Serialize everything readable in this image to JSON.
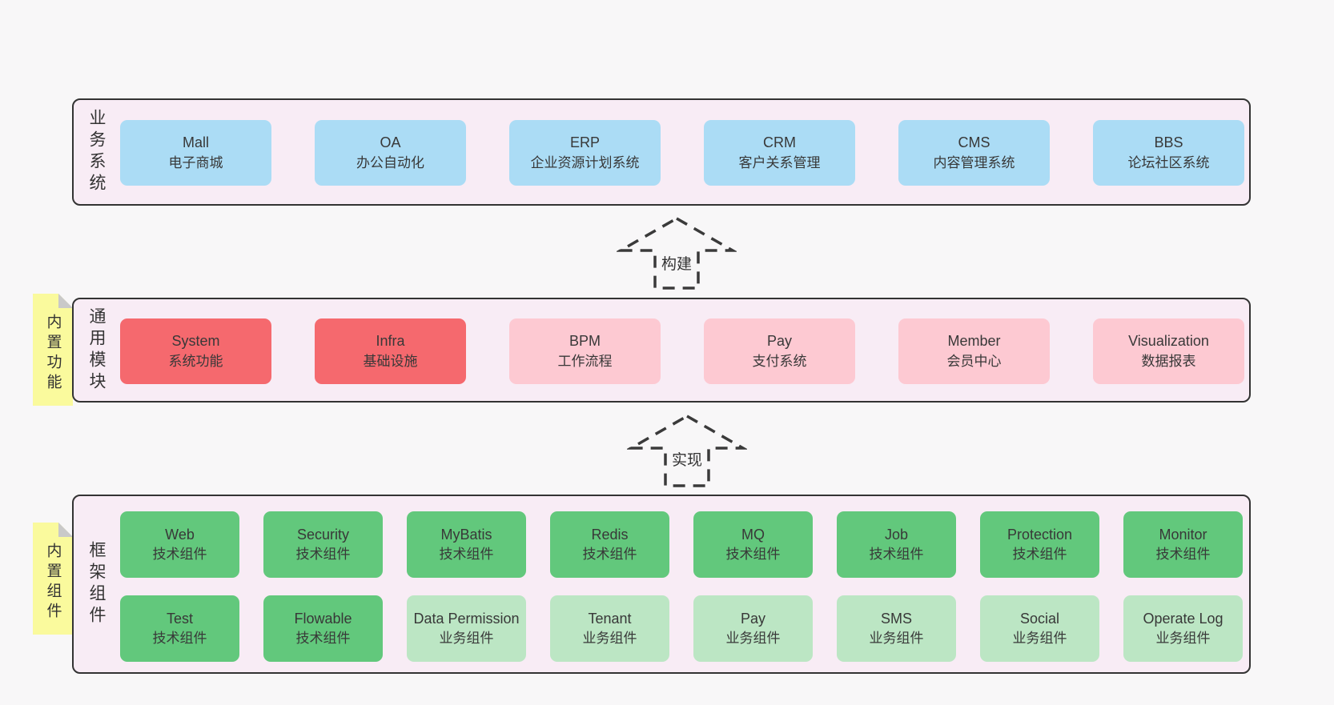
{
  "colors": {
    "bg": "#f8f7f8",
    "layer": "#f8ecf5",
    "border": "#333333",
    "blue": "#abdcf5",
    "red": "#f5696e",
    "pink": "#fdc9d2",
    "green": "#62c87c",
    "green-light": "#bce6c4",
    "note": "#fafa9d",
    "note-fold": "#c9c9c9",
    "text": "#333333"
  },
  "arrows": [
    {
      "label": "构建"
    },
    {
      "label": "实现"
    }
  ],
  "layers": [
    {
      "label": "业务系统",
      "boxes": [
        {
          "title": "Mall",
          "subtitle": "电子商城",
          "type": "blue"
        },
        {
          "title": "OA",
          "subtitle": "办公自动化",
          "type": "blue"
        },
        {
          "title": "ERP",
          "subtitle": "企业资源计划系统",
          "type": "blue"
        },
        {
          "title": "CRM",
          "subtitle": "客户关系管理",
          "type": "blue"
        },
        {
          "title": "CMS",
          "subtitle": "内容管理系统",
          "type": "blue"
        },
        {
          "title": "BBS",
          "subtitle": "论坛社区系统",
          "type": "blue"
        }
      ]
    },
    {
      "label": "通用模块",
      "note": "内置功能",
      "boxes": [
        {
          "title": "System",
          "subtitle": "系统功能",
          "type": "red"
        },
        {
          "title": "Infra",
          "subtitle": "基础设施",
          "type": "red"
        },
        {
          "title": "BPM",
          "subtitle": "工作流程",
          "type": "pink"
        },
        {
          "title": "Pay",
          "subtitle": "支付系统",
          "type": "pink"
        },
        {
          "title": "Member",
          "subtitle": "会员中心",
          "type": "pink"
        },
        {
          "title": "Visualization",
          "subtitle": "数据报表",
          "type": "pink"
        }
      ]
    },
    {
      "label": "框架组件",
      "note": "内置组件",
      "boxes": [
        {
          "title": "Web",
          "subtitle": "技术组件",
          "type": "green"
        },
        {
          "title": "Security",
          "subtitle": "技术组件",
          "type": "green"
        },
        {
          "title": "MyBatis",
          "subtitle": "技术组件",
          "type": "green"
        },
        {
          "title": "Redis",
          "subtitle": "技术组件",
          "type": "green"
        },
        {
          "title": "MQ",
          "subtitle": "技术组件",
          "type": "green"
        },
        {
          "title": "Job",
          "subtitle": "技术组件",
          "type": "green"
        },
        {
          "title": "Protection",
          "subtitle": "技术组件",
          "type": "green"
        },
        {
          "title": "Monitor",
          "subtitle": "技术组件",
          "type": "green"
        },
        {
          "title": "Test",
          "subtitle": "技术组件",
          "type": "green"
        },
        {
          "title": "Flowable",
          "subtitle": "技术组件",
          "type": "green"
        },
        {
          "title": "Data Permission",
          "subtitle": "业务组件",
          "type": "green-light"
        },
        {
          "title": "Tenant",
          "subtitle": "业务组件",
          "type": "green-light"
        },
        {
          "title": "Pay",
          "subtitle": "业务组件",
          "type": "green-light"
        },
        {
          "title": "SMS",
          "subtitle": "业务组件",
          "type": "green-light"
        },
        {
          "title": "Social",
          "subtitle": "业务组件",
          "type": "green-light"
        },
        {
          "title": "Operate Log",
          "subtitle": "业务组件",
          "type": "green-light"
        }
      ]
    }
  ]
}
